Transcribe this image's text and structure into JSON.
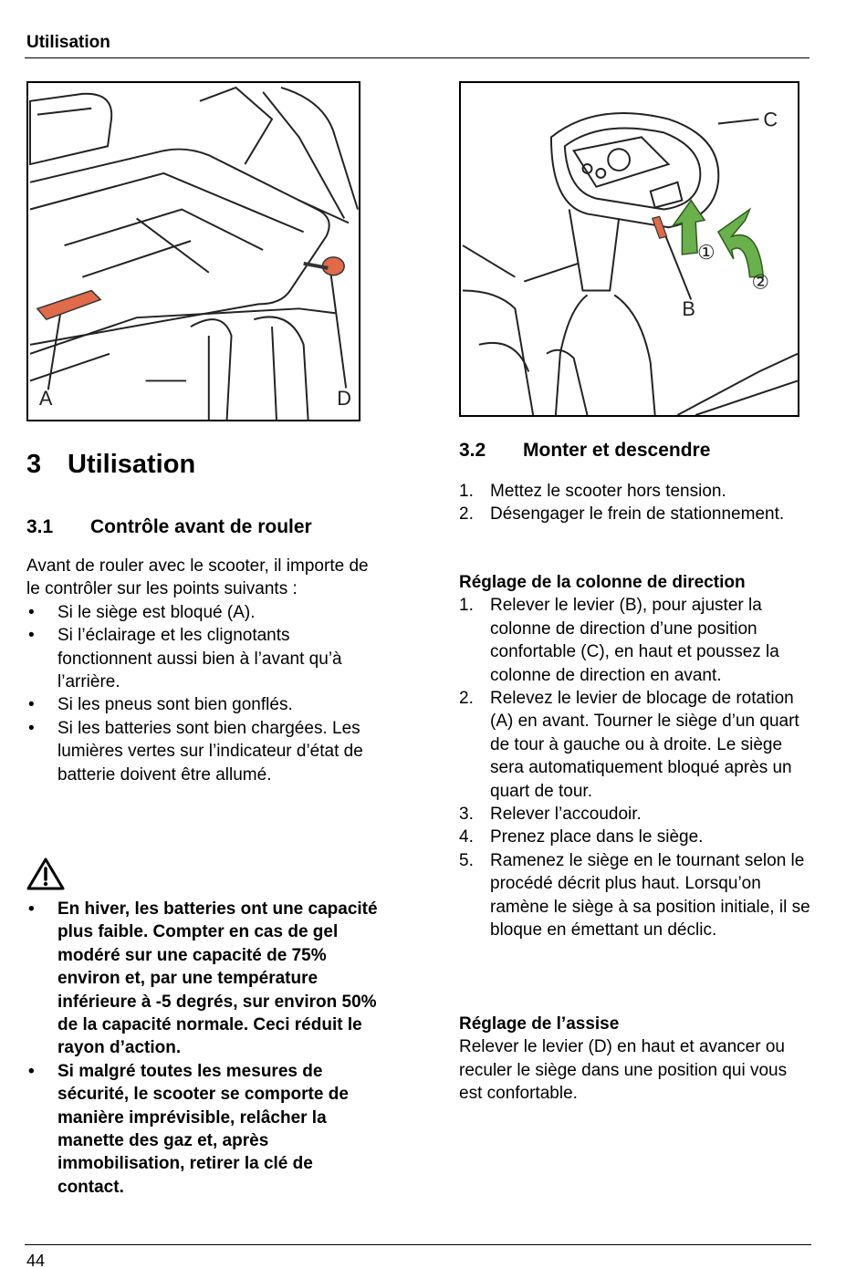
{
  "header": {
    "title": "Utilisation"
  },
  "footer": {
    "page_number": "44"
  },
  "figures": {
    "left": {
      "labels": [
        "A",
        "D"
      ]
    },
    "right": {
      "labels": [
        "C",
        "B",
        "①",
        "②"
      ]
    }
  },
  "section": {
    "number": "3",
    "title": "Utilisation"
  },
  "section_31": {
    "number": "3.1",
    "title": "Contrôle avant de rouler",
    "intro": "Avant de rouler avec le scooter, il importe de le contrôler sur les points suivants :",
    "bullets": [
      "Si le siège est bloqué (A).",
      "Si l’éclairage et les clignotants fonctionnent aussi bien à l’avant qu’à l’arrière.",
      "Si les pneus sont bien gonflés.",
      "Si les batteries sont bien chargées. Les lumières vertes sur l’indicateur d’état de batterie doivent être allumé."
    ],
    "warnings": [
      "En hiver, les batteries ont une capacité plus faible. Compter en cas de gel modéré sur une capacité de 75% environ et, par une température inférieure à -5 degrés, sur environ 50% de la capacité normale. Ceci réduit le rayon d’action.",
      "Si malgré toutes les mesures de sécurité, le scooter se comporte de manière imprévisible, relâcher la manette des gaz et, après immobilisation, retirer la clé de contact."
    ]
  },
  "section_32": {
    "number": "3.2",
    "title": "Monter et descendre",
    "steps": [
      {
        "n": "1.",
        "text": "Mettez le scooter hors tension."
      },
      {
        "n": "2.",
        "text": "Désengager le frein de stationnement."
      }
    ],
    "steering": {
      "title": "Réglage de la colonne de direction",
      "steps": [
        {
          "n": "1.",
          "text": "Relever le levier (B), pour ajuster la colonne de direction d’une position confortable (C), en haut et poussez la colonne de direction en avant."
        },
        {
          "n": "2.",
          "text": "Relevez le levier de blocage de rotation (A) en avant. Tourner le siège d’un quart de tour à gauche ou à droite. Le siège sera automatiquement bloqué après un quart de tour."
        },
        {
          "n": "3.",
          "text": "Relever l’accoudoir."
        },
        {
          "n": "4.",
          "text": "Prenez place dans le siège."
        },
        {
          "n": "5.",
          "text": "Ramenez le siège en le tournant selon le procédé décrit plus haut. Lorsqu’on ramène le siège à sa position initiale, il se bloque en émettant un déclic."
        }
      ]
    },
    "seat": {
      "title": "Réglage de l’assise",
      "text": "Relever le levier (D) en haut et avancer ou reculer le siège dans une position qui vous est confortable."
    }
  }
}
